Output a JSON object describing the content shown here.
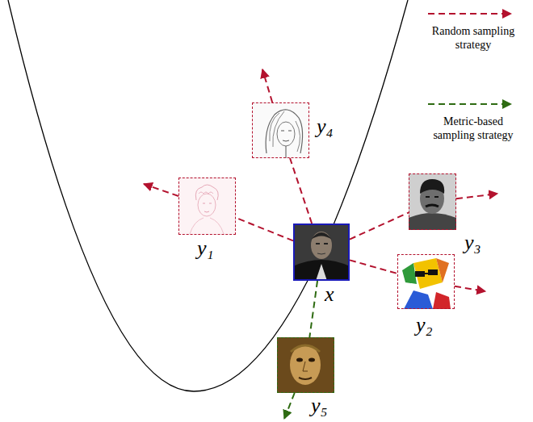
{
  "diagram": {
    "nodes": [
      {
        "text": [
          "y₄"
        ]
      },
      {
        "text": [
          "y₃"
        ]
      },
      {
        "text": [
          "y₁"
        ]
      },
      {
        "text": [
          "x"
        ]
      },
      {
        "text": [
          "y₂"
        ]
      },
      {
        "text": [
          "y₅"
        ]
      }
    ],
    "edges": [
      {
        "from": 3,
        "to": 2,
        "arrow": "to"
      },
      {
        "from": 3,
        "to": 4,
        "arrow": "to"
      },
      {
        "from": 3,
        "to": 1,
        "arrow": "to"
      },
      {
        "from": 3,
        "to": 0,
        "arrow": "to"
      },
      {
        "from": 3,
        "to": 5,
        "arrow": "to"
      }
    ],
    "legend": [
      {
        "text": "Random sampling strategy"
      },
      {
        "text": "Metric-based sampling strategy"
      }
    ]
  }
}
